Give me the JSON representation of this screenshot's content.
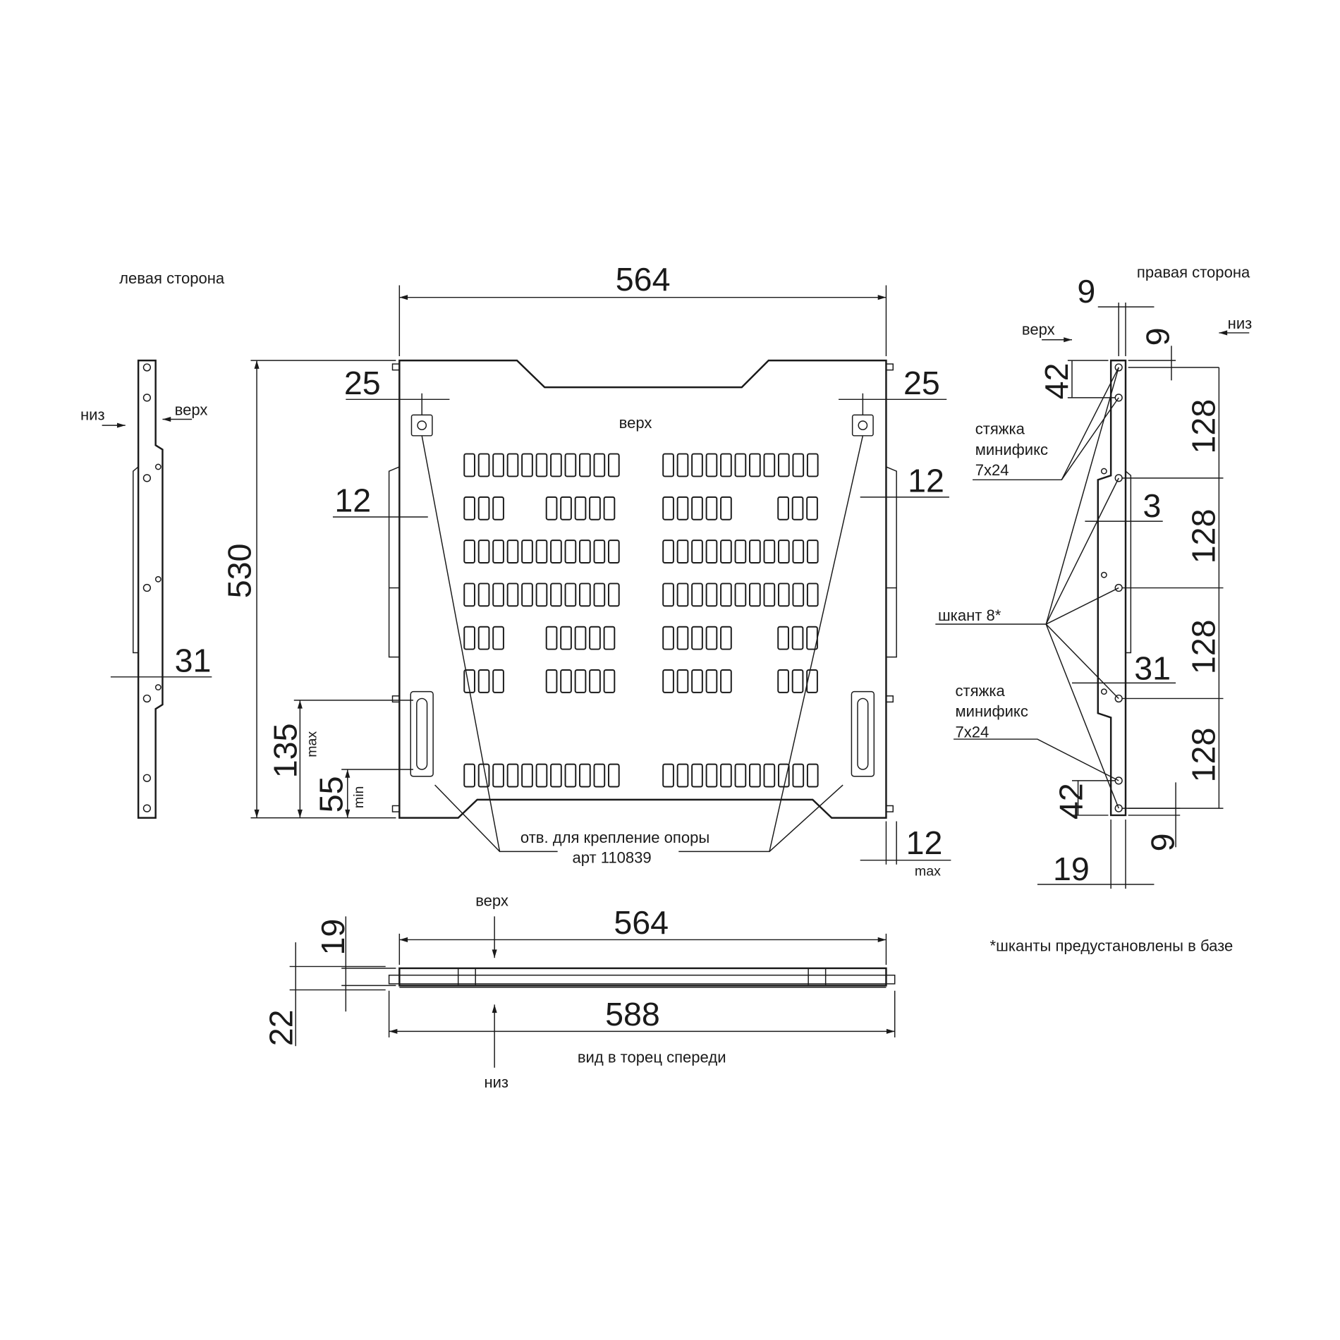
{
  "labels": {
    "left_side": "левая сторона",
    "right_side": "правая сторона",
    "top": "верх",
    "bottom": "низ",
    "fastener_1": [
      "стяжка",
      "минификс",
      "7x24"
    ],
    "fastener_2": [
      "стяжка",
      "минификс",
      "7x24"
    ],
    "dowel": "шкант 8*",
    "support_holes": [
      "отв. для крепление опоры",
      "арт 110839"
    ],
    "front_view": "вид в торец спереди",
    "footnote": "*шканты предустановлены в базе",
    "max": "max",
    "min": "min"
  },
  "dimensions": {
    "width_top": "564",
    "height": "530",
    "inset_left": "25",
    "inset_right": "25",
    "rail_left": "12",
    "rail_right": "12",
    "handle_max": "135",
    "handle_min": "55",
    "bottom_right_max": "12",
    "left_side_offset": "31",
    "rs_top_gap": "9",
    "rs_top_offset": "9",
    "rs_42_top": "42",
    "rs_128_1": "128",
    "rs_128_2": "128",
    "rs_128_3": "128",
    "rs_128_4": "128",
    "rs_3": "3",
    "rs_31": "31",
    "rs_42_bottom": "42",
    "rs_bottom_offset": "9",
    "rs_19": "19",
    "front_width": "564",
    "front_total": "588",
    "front_19": "19",
    "front_22": "22"
  },
  "colors": {
    "line": "#1a1a1a",
    "background": "#ffffff"
  }
}
